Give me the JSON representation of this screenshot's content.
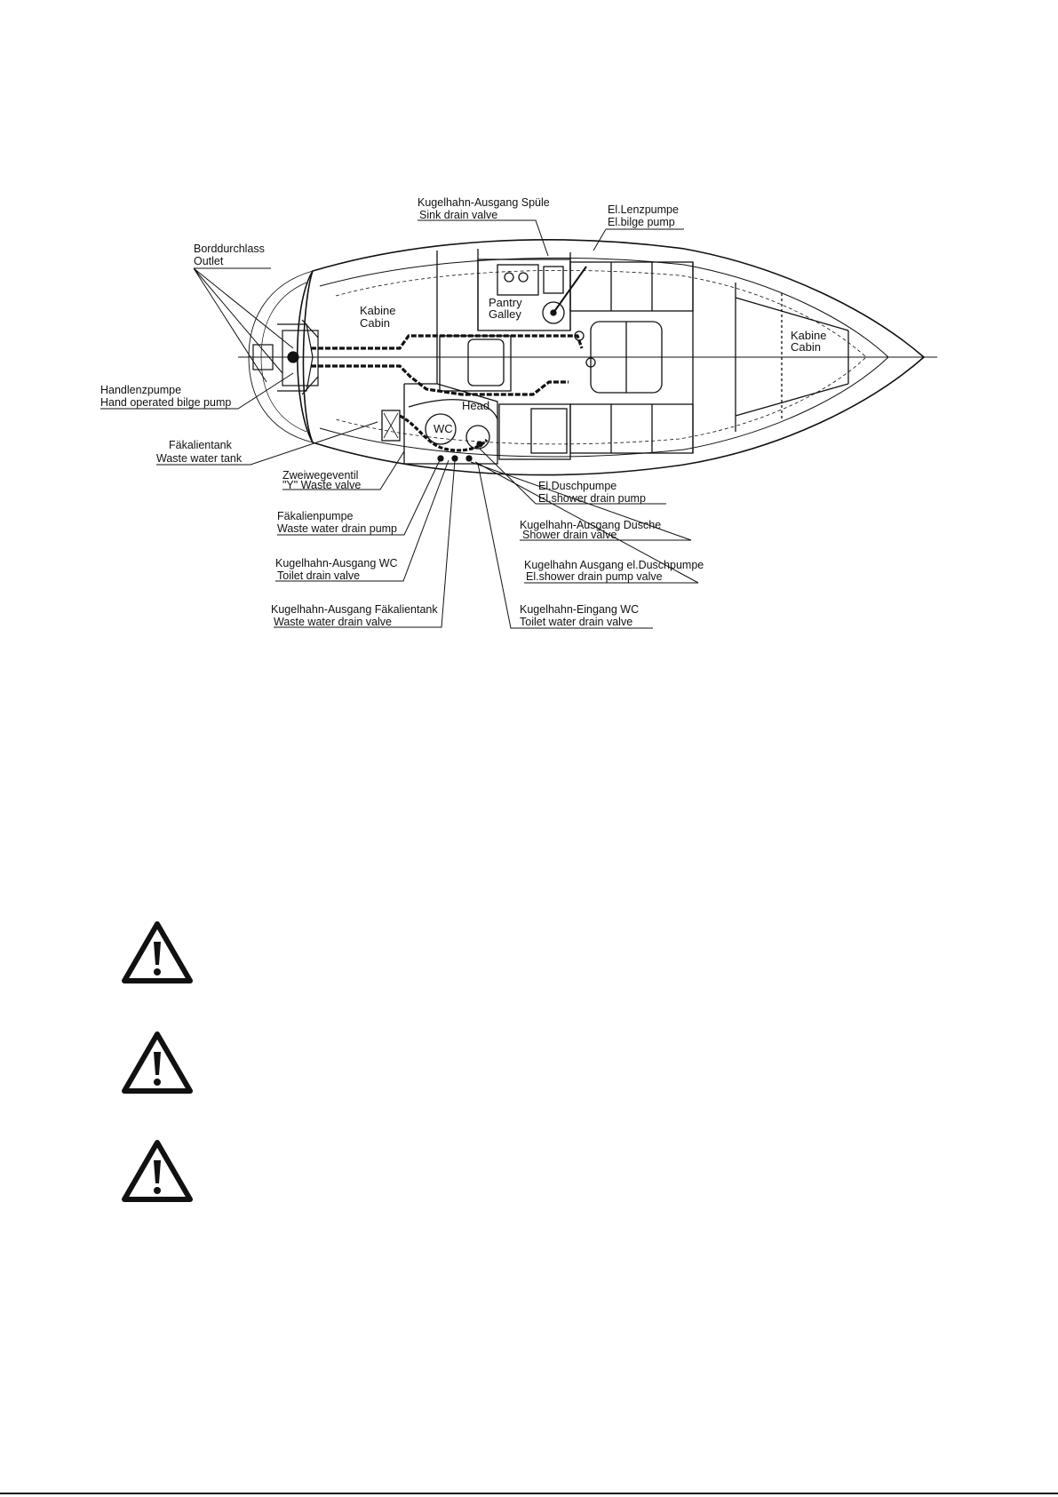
{
  "labels": {
    "sink_valve_de": "Kugelhahn-Ausgang Spüle",
    "sink_valve_en": "Sink drain valve",
    "bilge_pump_de": "El.Lenzpumpe",
    "bilge_pump_en": "El.bilge pump",
    "outlet_de": "Borddurchlass",
    "outlet_en": "Outlet",
    "hand_pump_de": "Handlenzpumpe",
    "hand_pump_en": "Hand operated bilge pump",
    "waste_tank_de": "Fäkalientank",
    "waste_tank_en": "Waste water tank",
    "y_valve_de": "Zweiwegeventil",
    "y_valve_en": "\"Y\" Waste valve",
    "waste_pump_de": "Fäkalienpumpe",
    "waste_pump_en": "Waste water drain pump",
    "wc_valve_de": "Kugelhahn-Ausgang WC",
    "wc_valve_en": "Toilet drain valve",
    "tank_valve_de": "Kugelhahn-Ausgang Fäkalientank",
    "tank_valve_en": "Waste water drain valve",
    "shower_pump_de": "El.Duschpumpe",
    "shower_pump_en": "El.shower drain pump",
    "shower_valve_de": "Kugelhahn-Ausgang Dusche",
    "shower_valve_en": "Shower drain valve",
    "shower_pump_valve_de": "Kugelhahn Ausgang el.Duschpumpe",
    "shower_pump_valve_en": "El.shower drain pump valve",
    "wc_inlet_de": "Kugelhahn-Eingang WC",
    "wc_inlet_en": "Toilet water drain valve"
  },
  "rooms": {
    "aft_cabin_de": "Kabine",
    "aft_cabin_en": "Cabin",
    "pantry_de": "Pantry",
    "pantry_en": "Galley",
    "head": "Head",
    "wc": "WC",
    "fore_cabin_de": "Kabine",
    "fore_cabin_en": "Cabin"
  },
  "warnings": [
    {
      "icon": "warning-triangle-icon"
    },
    {
      "icon": "warning-triangle-icon"
    },
    {
      "icon": "warning-triangle-icon"
    }
  ]
}
